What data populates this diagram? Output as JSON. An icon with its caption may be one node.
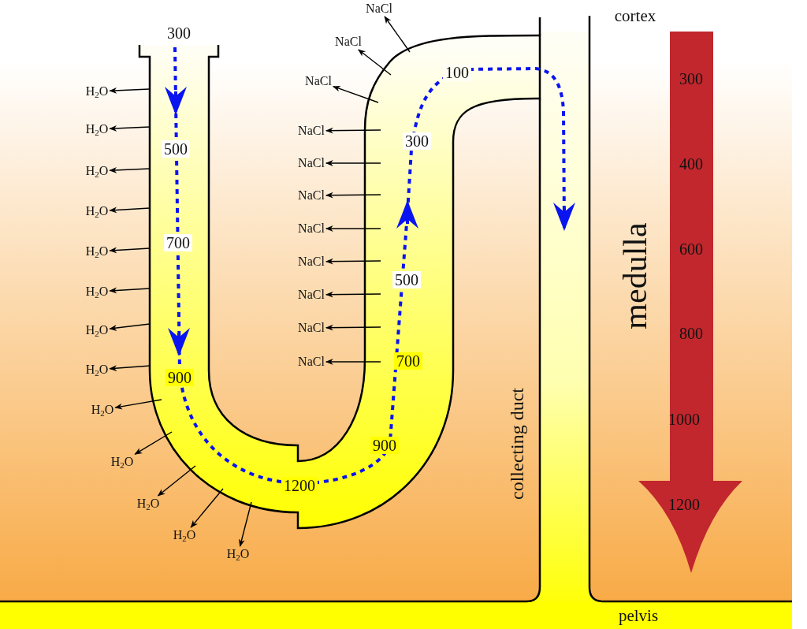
{
  "diagram": {
    "nodes": [
      {
        "text": [
          "H$_{2}$O"
        ]
      },
      {
        "text": [
          "H$_{2}$O"
        ]
      },
      {
        "text": [
          "H$_{2}$O"
        ]
      },
      {
        "text": [
          "H$_{2}$O"
        ]
      },
      {
        "text": [
          "H$_{2}$O"
        ]
      },
      {
        "text": [
          "H$_{2}$O"
        ]
      },
      {
        "text": [
          "H$_{2}$O"
        ]
      },
      {
        "text": [
          "H$_{2}$O"
        ]
      },
      {
        "text": [
          "H$_{2}$O"
        ]
      },
      {
        "text": [
          "H$_{2}$O"
        ]
      },
      {
        "text": [
          "H$_{2}$O"
        ]
      },
      {
        "text": [
          "H$_{2}$O"
        ]
      },
      {
        "text": [
          "H$_{2}$O"
        ]
      },
      {
        "text": [
          "NaCl"
        ]
      },
      {
        "text": [
          "NaCl"
        ]
      },
      {
        "text": [
          "NaCl"
        ]
      },
      {
        "text": [
          "NaCl"
        ]
      },
      {
        "text": [
          "NaCl"
        ]
      },
      {
        "text": [
          "NaCl"
        ]
      },
      {
        "text": [
          "NaCl"
        ]
      },
      {
        "text": [
          "NaCl"
        ]
      },
      {
        "text": [
          "NaCl"
        ]
      },
      {
        "text": [
          "NaCl"
        ]
      },
      {
        "text": [
          "NaCl"
        ]
      }
    ],
    "edges": [
      {
        "from": null,
        "to": 0,
        "arrow": "to"
      },
      {
        "from": null,
        "to": 1,
        "arrow": "to"
      },
      {
        "from": null,
        "to": 2,
        "arrow": "to"
      },
      {
        "from": null,
        "to": 3,
        "arrow": "to"
      },
      {
        "from": null,
        "to": 4,
        "arrow": "to"
      },
      {
        "from": null,
        "to": 5,
        "arrow": "to"
      },
      {
        "from": null,
        "to": 6,
        "arrow": "to"
      },
      {
        "from": null,
        "to": 7,
        "arrow": "to"
      },
      {
        "from": null,
        "to": 8,
        "arrow": "to"
      },
      {
        "from": null,
        "to": 9,
        "arrow": "to"
      },
      {
        "from": null,
        "to": 10,
        "arrow": "to"
      },
      {
        "from": null,
        "to": 11,
        "arrow": "to"
      },
      {
        "from": null,
        "to": 12,
        "arrow": "to"
      },
      {
        "from": null,
        "to": 13,
        "arrow": "to"
      },
      {
        "from": null,
        "to": 14,
        "arrow": "to"
      },
      {
        "from": null,
        "to": 15,
        "arrow": "to"
      },
      {
        "from": null,
        "to": 16,
        "arrow": "to"
      },
      {
        "from": null,
        "to": 17,
        "arrow": "to"
      },
      {
        "from": null,
        "to": 18,
        "arrow": "to"
      },
      {
        "from": null,
        "to": 19,
        "arrow": "to"
      },
      {
        "from": null,
        "to": 20,
        "arrow": "to"
      },
      {
        "from": null,
        "to": 21,
        "arrow": "to"
      },
      {
        "from": null,
        "to": 22,
        "arrow": "to"
      },
      {
        "from": null,
        "to": 23,
        "arrow": "to"
      }
    ],
    "labels": [
      "300",
      "500",
      "700",
      "900",
      "1200",
      "900",
      "700",
      "500",
      "300",
      "100",
      "cortex",
      "300",
      "400",
      "600",
      "800",
      "1000",
      "1200",
      "medulla",
      "collecting duct",
      "pelvis"
    ]
  }
}
